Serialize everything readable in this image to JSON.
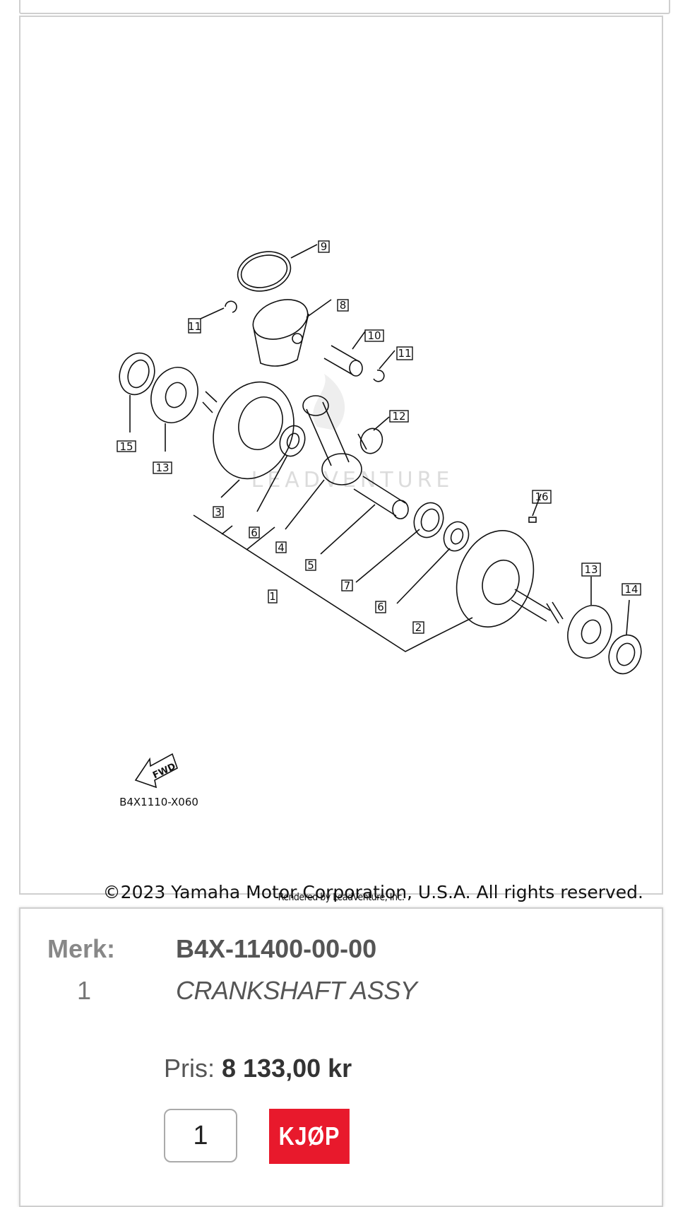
{
  "diagram": {
    "callouts": [
      "9",
      "8",
      "11",
      "10",
      "11",
      "12",
      "15",
      "13",
      "3",
      "6",
      "4",
      "5",
      "1",
      "7",
      "6",
      "2",
      "16",
      "13",
      "14"
    ],
    "watermark": "LEADVENTURE",
    "fwd_label": "FWD",
    "code": "B4X1110-X060",
    "copyright": "©2023 Yamaha Motor Corporation, U.S.A. All rights reserved.",
    "rendered_by": "Rendered by LeadVenture, Inc."
  },
  "part": {
    "merk_label": "Merk:",
    "ref_number": "1",
    "number": "B4X-11400-00-00",
    "name": "CRANKSHAFT ASSY",
    "price_label": "Pris:",
    "price_value": "8 133,00 kr",
    "quantity": "1",
    "buy_label": "KJØP"
  },
  "colors": {
    "buy_button": "#e8192c"
  }
}
